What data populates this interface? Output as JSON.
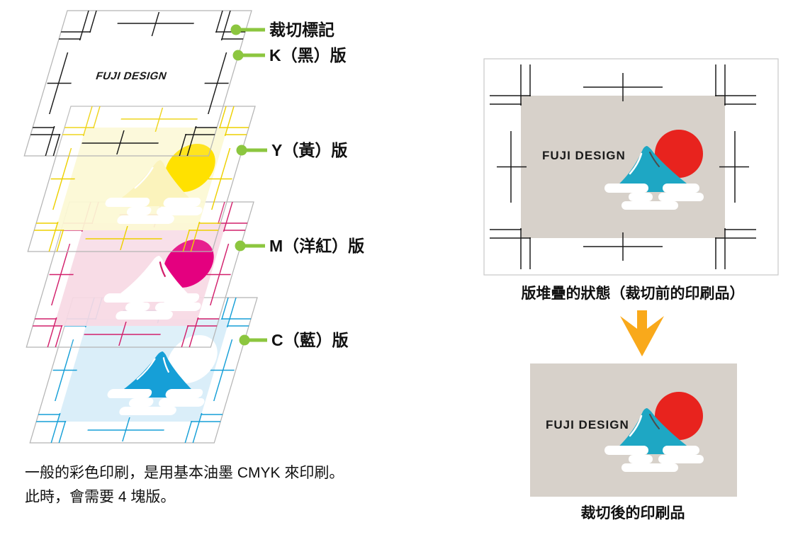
{
  "logo": {
    "brand": "FUJI DESIGN"
  },
  "left_diagram": {
    "callouts": {
      "crop_marks": "裁切標記",
      "k": "K（黑）版",
      "y": "Y（黃）版",
      "m": "M（洋紅）版",
      "c": "C（藍）版"
    },
    "note_line1": "一般的彩色印刷，是用基本油墨 CMYK 來印刷。",
    "note_line2": "此時，會需要 4 塊版。"
  },
  "right_diagram": {
    "before_caption": "版堆疊的狀態（裁切前的印刷品）",
    "after_caption": "裁切後的印刷品",
    "arrow_icon": "down-arrow"
  },
  "colors": {
    "label_green": "#8CC63F",
    "arrow_amber": "#F9A91B",
    "card_beige": "#D7D1CA",
    "sun_red": "#E8231E",
    "mountain_teal": "#1EA7C4",
    "ink_black": "#1A1A1A",
    "ink_yellow": "#FFE100",
    "ink_magenta": "#E4007F",
    "ink_cyan": "#169FD7",
    "tint_yellow": "#FCF8D4",
    "tint_pink": "#F7D9E4",
    "tint_cyan": "#D7EDF9",
    "plate_edge_gray": "#B5B5B5"
  }
}
